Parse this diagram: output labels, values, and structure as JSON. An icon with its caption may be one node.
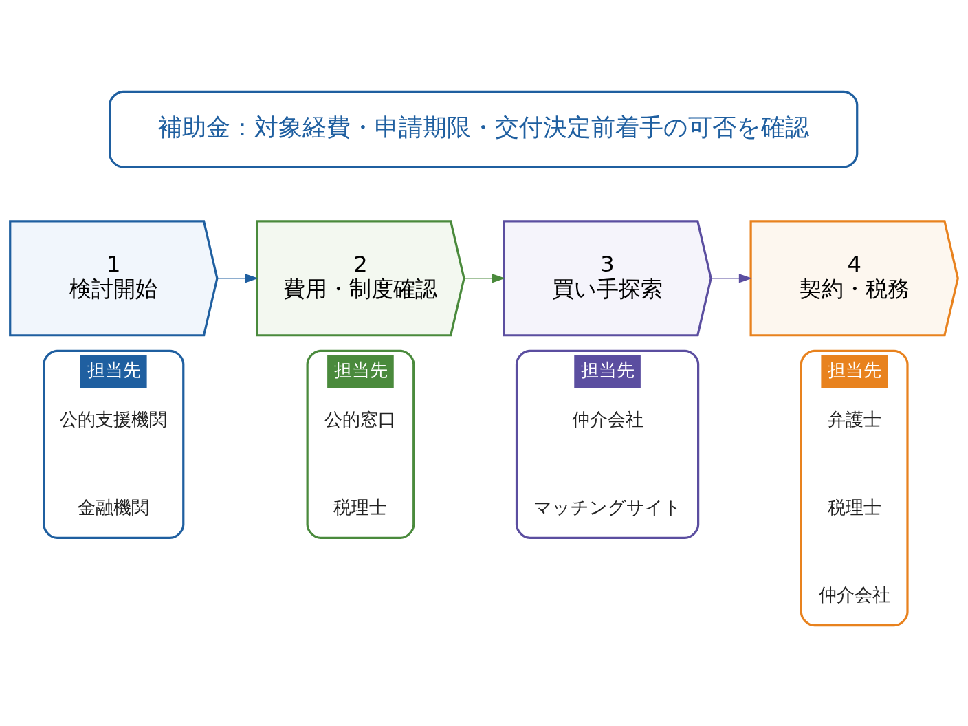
{
  "diagram": {
    "nodes": [
      {
        "text": [
          "補助金：対象経費・申請期限・交付決定前着手の可否を確認"
        ]
      },
      {
        "text": [
          "1",
          "検討開始"
        ]
      },
      {
        "text": [
          "2",
          "費用・制度確認"
        ]
      },
      {
        "text": [
          "3",
          "買い手探索"
        ]
      },
      {
        "text": [
          "4",
          "契約・税務"
        ]
      },
      {
        "text": [
          "担当先"
        ]
      },
      {
        "text": [
          "公的支援機関"
        ],
        "in": 5
      },
      {
        "text": [
          "金融機関"
        ],
        "in": 5
      },
      {
        "text": [
          "担当先"
        ]
      },
      {
        "text": [
          "公的窓口"
        ],
        "in": 8
      },
      {
        "text": [
          "税理士"
        ],
        "in": 8
      },
      {
        "text": [
          "担当先"
        ]
      },
      {
        "text": [
          "仲介会社"
        ],
        "in": 11
      },
      {
        "text": [
          "マッチングサイト"
        ],
        "in": 11
      },
      {
        "text": [
          "担当先"
        ]
      },
      {
        "text": [
          "弁護士"
        ],
        "in": 14
      },
      {
        "text": [
          "税理士"
        ],
        "in": 14
      },
      {
        "text": [
          "仲介会社"
        ],
        "in": 14
      }
    ],
    "edges": [
      {
        "from": 1,
        "to": 2,
        "arrow": "to",
        "color": "#1f5fa0"
      },
      {
        "from": 2,
        "to": 3,
        "arrow": "to",
        "color": "#4a8a3c"
      },
      {
        "from": 3,
        "to": 4,
        "arrow": "to",
        "color": "#5b4ea0"
      }
    ]
  }
}
